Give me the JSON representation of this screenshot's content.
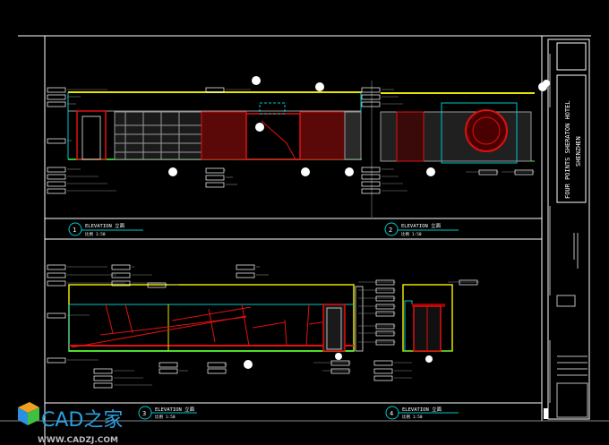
{
  "title_block": {
    "project": "FOUR POINTS SHERATON HOTEL",
    "city": "SHENZHEN"
  },
  "views": [
    {
      "number": "1",
      "title": "ELEVATION 立面",
      "scale": "比例 1:50"
    },
    {
      "number": "2",
      "title": "ELEVATION 立面",
      "scale": "比例 1:50"
    },
    {
      "number": "3",
      "title": "ELEVATION 立面",
      "scale": "比例 1:50"
    },
    {
      "number": "4",
      "title": "ELEVATION 立面",
      "scale": "比例 1:50"
    }
  ],
  "watermark": {
    "logo_text": "CAD之家",
    "url": "WWW.CADZJ.COM"
  },
  "colors": {
    "background": "#000000",
    "yellow": "#e6e600",
    "cyan": "#00c8c8",
    "red": "#e01010",
    "green": "#40ff40",
    "grey": "#9a9a9a"
  }
}
